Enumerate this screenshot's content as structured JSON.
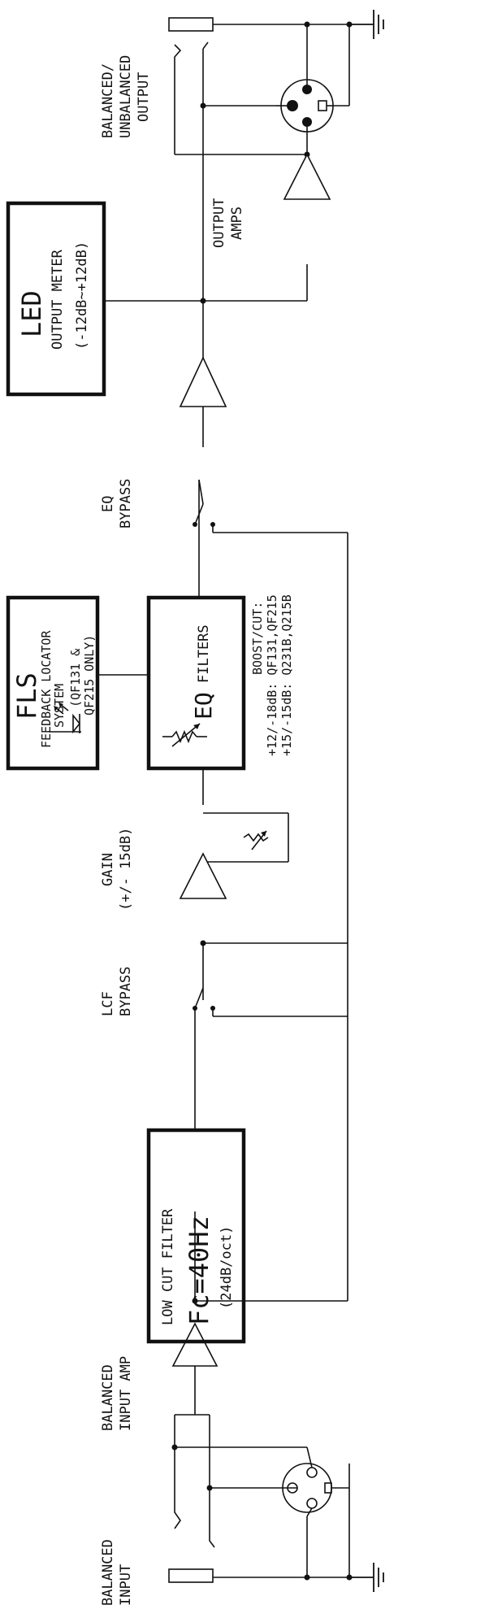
{
  "input_section": {
    "balanced_input": [
      "BALANCED",
      "INPUT"
    ],
    "balanced_input_amp": [
      "BALANCED",
      "INPUT AMP"
    ]
  },
  "low_cut_filter": {
    "title": "LOW CUT FILTER",
    "freq": "Fc=40Hz",
    "slope": "(24dB/oct)"
  },
  "lcf_bypass": [
    "LCF",
    "BYPASS"
  ],
  "gain": [
    "GAIN",
    "(+/- 15dB)"
  ],
  "fls": {
    "title": "FLS",
    "lines": [
      "FEEDBACK LOCATOR",
      "SYSTEM",
      "(QF131 &",
      "QF215 ONLY)"
    ]
  },
  "eq_filters": {
    "eq": "EQ",
    "filters": "FILTERS"
  },
  "boost_cut": [
    "BOOST/CUT:",
    "+12/-18dB: QF131,QF215",
    "+15/-15dB: Q231B,Q215B"
  ],
  "eq_bypass": [
    "EQ",
    "BYPASS"
  ],
  "output_amps": [
    "OUTPUT",
    "AMPS"
  ],
  "led_meter": {
    "title": "LED",
    "line1": "OUTPUT METER",
    "line2": "(-12dB~+12dB)"
  },
  "output_section": [
    "BALANCED/",
    "UNBALANCED",
    "OUTPUT"
  ]
}
